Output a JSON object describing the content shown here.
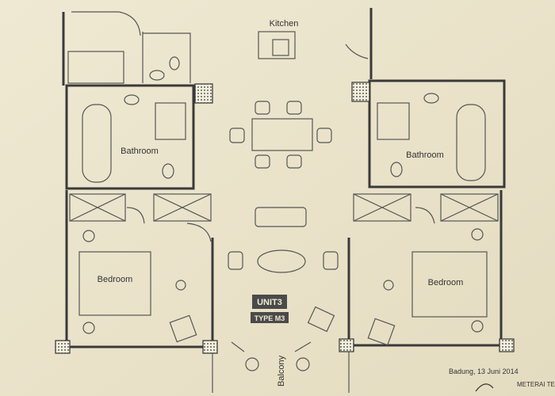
{
  "rooms": {
    "kitchen": "Kitchen",
    "bathroom_left": "Bathroom",
    "bathroom_right": "Bathroom",
    "bedroom_left": "Bedroom",
    "bedroom_right": "Bedroom",
    "balcony": "Balcony"
  },
  "unit": {
    "line1": "UNIT3",
    "line2": "TYPE M3"
  },
  "footer": {
    "date": "Badung, 13 Juni 2014",
    "stamp": "METERAI TEMPEL"
  }
}
